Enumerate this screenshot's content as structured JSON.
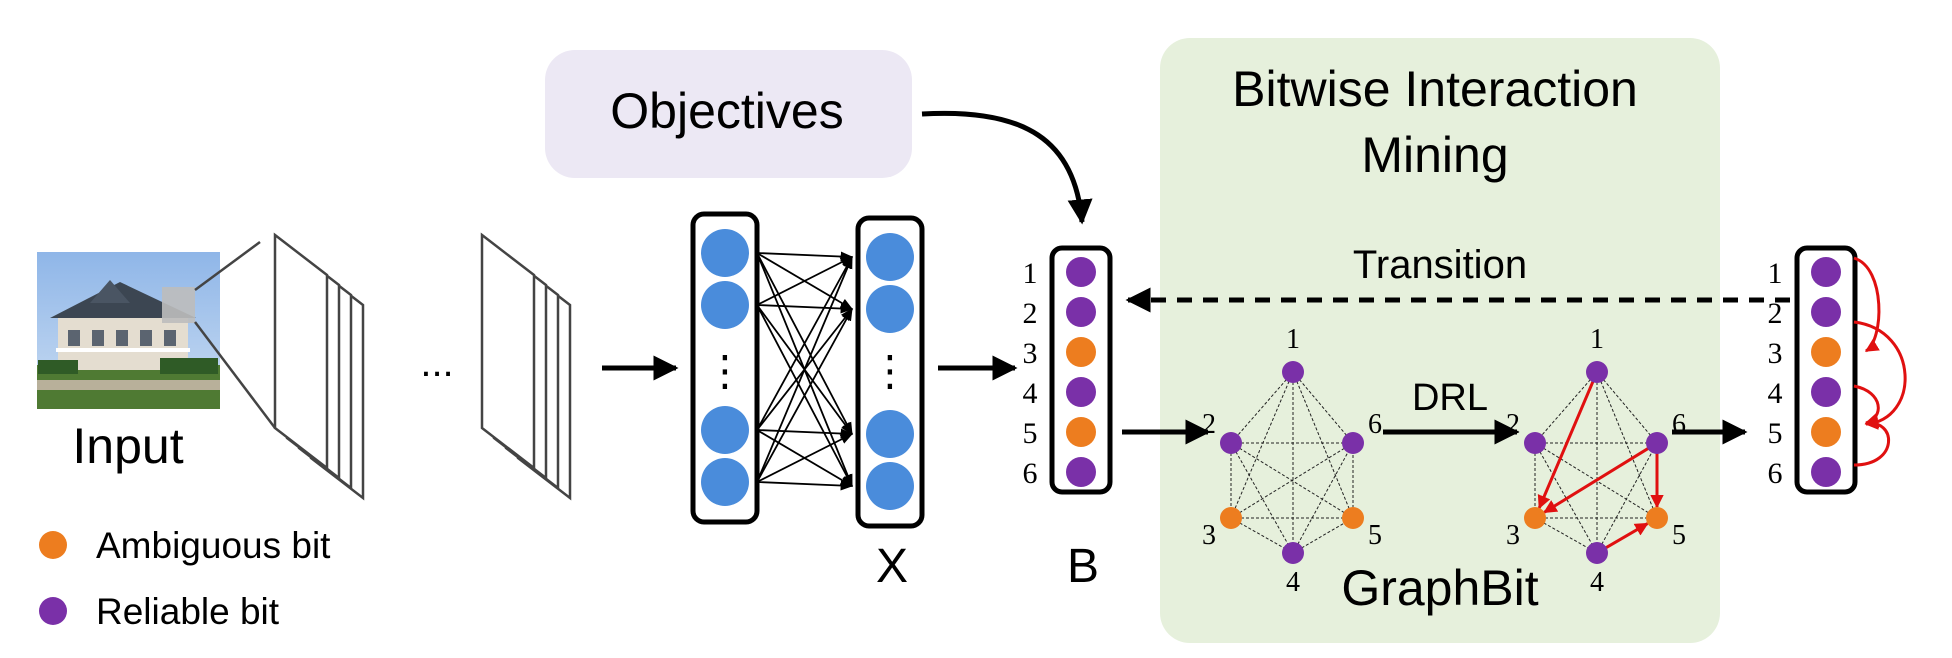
{
  "colors": {
    "ambiguous": "#ED7D1F",
    "reliable": "#7A30A8",
    "neuron": "#4A8CDB",
    "objectives_bg": "#ECE8F4",
    "mining_bg": "#E6F0DC",
    "arrow_red": "#E01010",
    "edge": "#000000"
  },
  "input": {
    "label": "Input"
  },
  "ellipsis": "...",
  "objectives": {
    "label": "Objectives"
  },
  "layer_x": {
    "label": "X",
    "dots": "⋮"
  },
  "code_b": {
    "label": "B",
    "bit_numbers": [
      "1",
      "2",
      "3",
      "4",
      "5",
      "6"
    ],
    "bit_types": [
      "reliable",
      "reliable",
      "ambiguous",
      "reliable",
      "ambiguous",
      "reliable"
    ]
  },
  "mining": {
    "title_line1": "Bitwise Interaction",
    "title_line2": "Mining",
    "transition_label": "Transition",
    "drl_label": "DRL",
    "footer": "GraphBit",
    "graph_node_labels": [
      "1",
      "2",
      "3",
      "4",
      "5",
      "6"
    ],
    "graph_node_types": [
      "reliable",
      "reliable",
      "ambiguous",
      "reliable",
      "ambiguous",
      "reliable"
    ]
  },
  "output_code": {
    "bit_numbers": [
      "1",
      "2",
      "3",
      "4",
      "5",
      "6"
    ],
    "bit_types": [
      "reliable",
      "reliable",
      "ambiguous",
      "reliable",
      "ambiguous",
      "reliable"
    ]
  },
  "legend": [
    {
      "label": "Ambiguous bit",
      "type": "ambiguous"
    },
    {
      "label": "Reliable bit",
      "type": "reliable"
    }
  ]
}
